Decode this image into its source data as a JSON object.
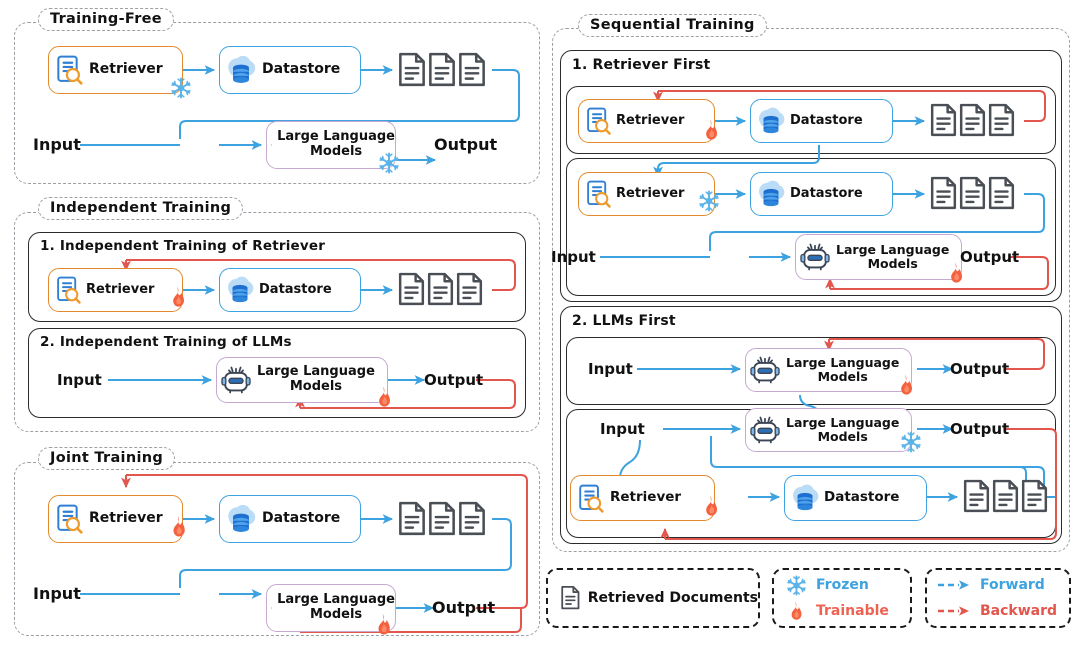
{
  "groups": [
    {
      "id": "training-free",
      "title": "Training-Free"
    },
    {
      "id": "independent-training",
      "title": "Independent Training"
    },
    {
      "id": "joint-training",
      "title": "Joint Training"
    },
    {
      "id": "sequential-training",
      "title": "Sequential Training"
    }
  ],
  "subpanels": [
    {
      "id": "ind-1",
      "title": "1. Independent Training of Retriever"
    },
    {
      "id": "ind-2",
      "title": "2. Independent Training of LLMs"
    },
    {
      "id": "seq-1",
      "title": "1. Retriever First"
    },
    {
      "id": "seq-2",
      "title": "2. LLMs First"
    }
  ],
  "nodes": {
    "retriever": "Retriever",
    "datastore": "Datastore",
    "llm_line1": "Large Language",
    "llm_line2": "Models",
    "input": "Input",
    "output": "Output"
  },
  "icons": {
    "retriever": "document-search-icon",
    "datastore": "cloud-database-icon",
    "llm": "robot-icon",
    "document": "document-icon",
    "frozen": "snowflake-icon",
    "trainable": "fire-icon"
  },
  "legend": {
    "documents_label": "Retrieved Documents",
    "frozen_label": "Frozen",
    "trainable_label": "Trainable",
    "forward_label": "Forward",
    "backward_label": "Backward"
  },
  "colors": {
    "retriever_border": "#E38A2E",
    "datastore_border": "#3DA2E0",
    "llm_border": "#C6A9D0",
    "forward_arrow": "#3DA2E0",
    "backward_arrow": "#E2564E",
    "document": "#4a4f55",
    "frozen": "#3DA2E0",
    "trainable": "#EE6352",
    "panel_dash": "#9aa0a6",
    "sub_border": "#2b2b2b"
  },
  "flow": {
    "training_free": {
      "retriever_state": "frozen",
      "llm_state": "frozen"
    },
    "independent_1": {
      "retriever_state": "trainable"
    },
    "independent_2": {
      "llm_state": "trainable"
    },
    "joint": {
      "retriever_state": "trainable",
      "llm_state": "trainable"
    },
    "sequential_1_a": {
      "retriever_state": "trainable"
    },
    "sequential_1_b": {
      "retriever_state": "frozen",
      "llm_state": "trainable"
    },
    "sequential_2_a": {
      "llm_state": "trainable"
    },
    "sequential_2_b": {
      "llm_state": "frozen",
      "retriever_state": "trainable"
    }
  }
}
